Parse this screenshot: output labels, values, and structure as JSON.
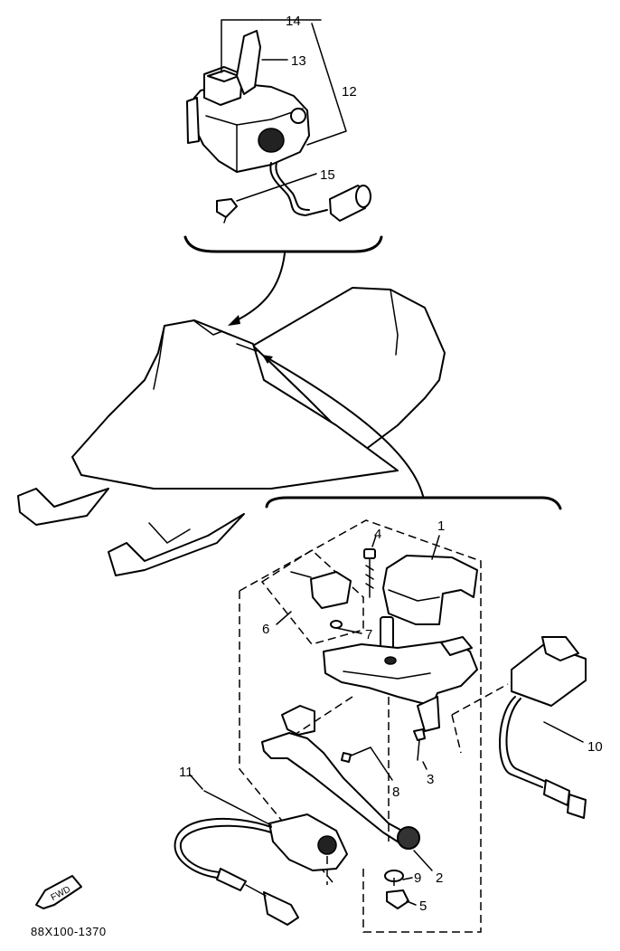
{
  "diagram": {
    "drawing_code": "88X100-1370",
    "fwd_marker": "FWD",
    "callouts": [
      {
        "id": "c1",
        "text": "1"
      },
      {
        "id": "c2",
        "text": "2"
      },
      {
        "id": "c3",
        "text": "3"
      },
      {
        "id": "c4",
        "text": "4"
      },
      {
        "id": "c5",
        "text": "5"
      },
      {
        "id": "c6",
        "text": "6"
      },
      {
        "id": "c7",
        "text": "7"
      },
      {
        "id": "c8",
        "text": "8"
      },
      {
        "id": "c9",
        "text": "9"
      },
      {
        "id": "c10",
        "text": "10"
      },
      {
        "id": "c11",
        "text": "11"
      },
      {
        "id": "c12",
        "text": "12"
      },
      {
        "id": "c13",
        "text": "13"
      },
      {
        "id": "c14",
        "text": "14"
      },
      {
        "id": "c15",
        "text": "15"
      }
    ]
  }
}
